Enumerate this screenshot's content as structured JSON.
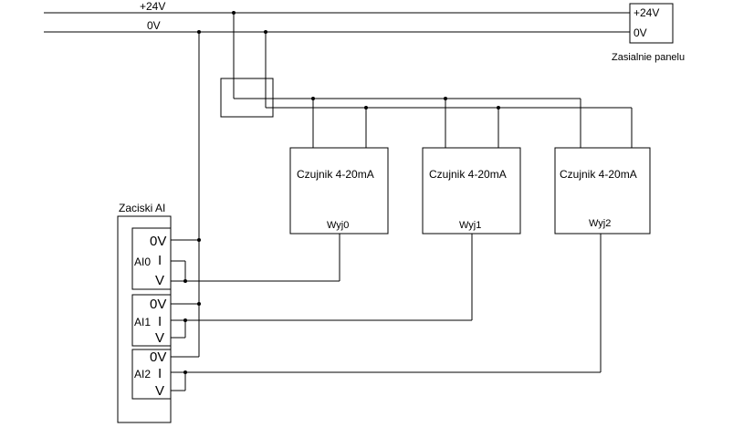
{
  "rails": {
    "plus24": "+24V",
    "zero": "0V"
  },
  "panel_supply": {
    "terminal_plus": "+24V",
    "terminal_zero": "0V",
    "caption": "Zasialnie panelu"
  },
  "sensors": [
    {
      "label": "Czujnik 4-20mA",
      "output": "Wyj0"
    },
    {
      "label": "Czujnik 4-20mA",
      "output": "Wyj1"
    },
    {
      "label": "Czujnik 4-20mA",
      "output": "Wyj2"
    }
  ],
  "terminals": {
    "title": "Zaciski AI",
    "groups": [
      {
        "name": "AI0",
        "t0v": "0V",
        "ti": "I",
        "tv": "V"
      },
      {
        "name": "AI1",
        "t0v": "0V",
        "ti": "I",
        "tv": "V"
      },
      {
        "name": "AI2",
        "t0v": "0V",
        "ti": "I",
        "tv": "V"
      }
    ]
  }
}
